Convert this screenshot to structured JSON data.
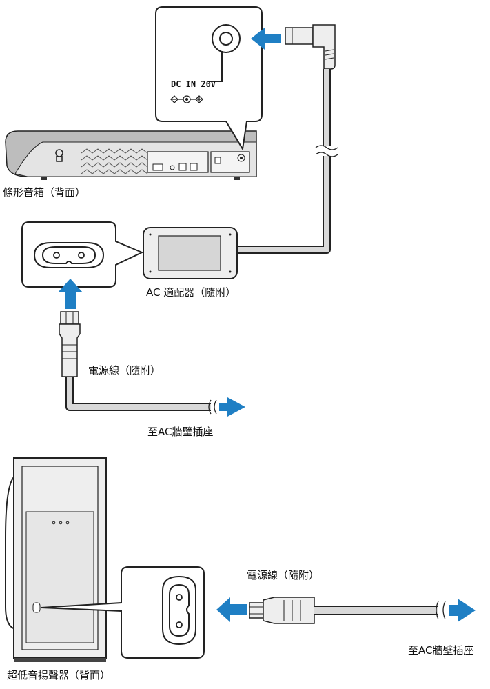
{
  "labels": {
    "soundbar_back": "條形音箱（背面）",
    "dc_in": "DC IN 20V",
    "ac_adapter": "AC 適配器（隨附）",
    "power_cord_top": "電源線（隨附）",
    "to_wall_top": "至AC牆壁插座",
    "power_cord_bottom": "電源線（隨附）",
    "to_wall_bottom": "至AC牆壁插座",
    "subwoofer_back": "超低音揚聲器（背面）"
  },
  "colors": {
    "arrow": "#1f7fc4",
    "outline": "#222222",
    "cable_fill": "#d9d9d9",
    "device_fill": "#eeeeee",
    "device_dark": "#cfcfcf"
  }
}
